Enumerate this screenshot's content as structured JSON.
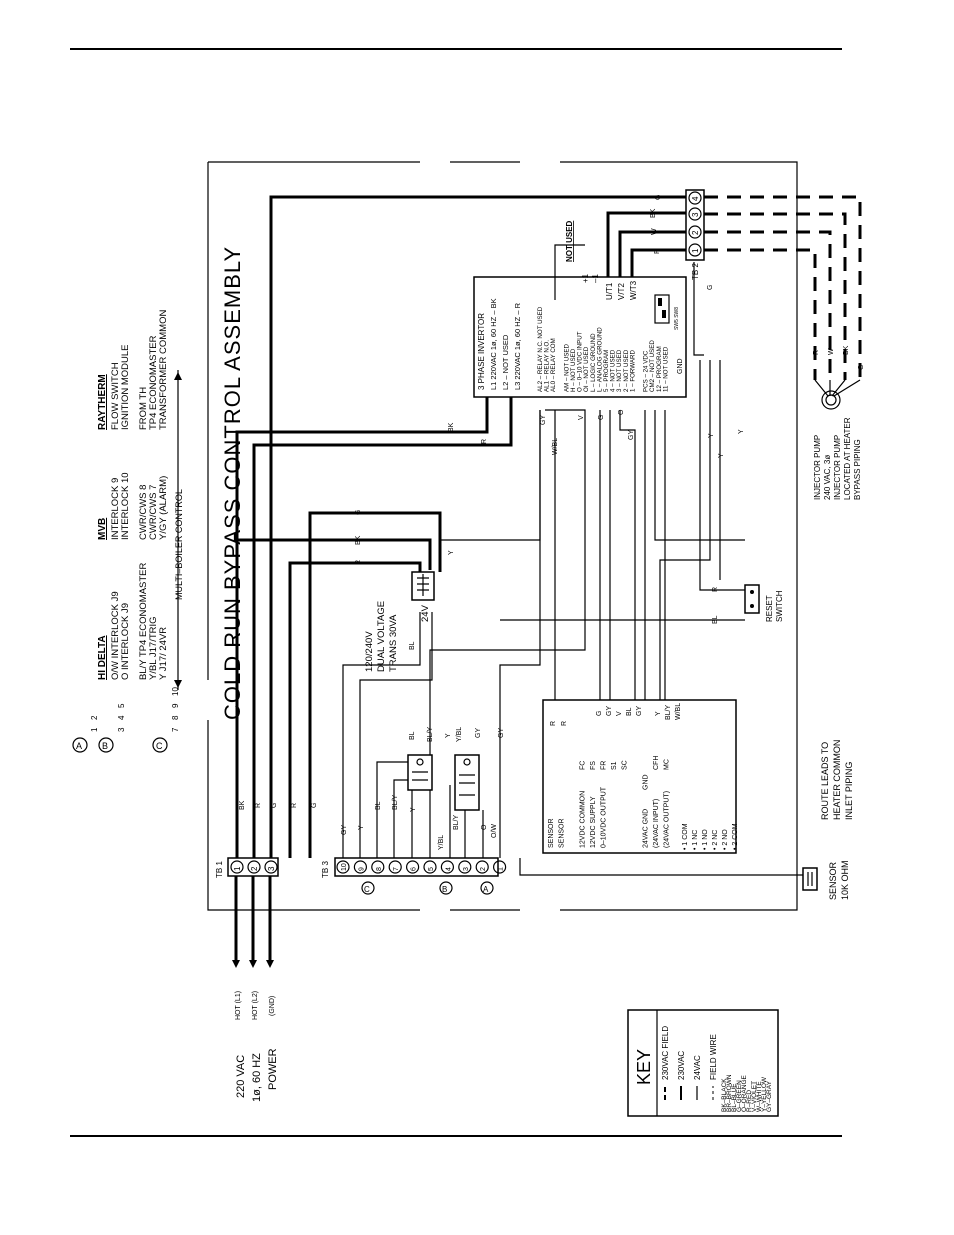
{
  "title": "COLD RUN BYPASS CONTROL ASSEMBLY",
  "power": {
    "voltage": "220 VAC",
    "phase": "1ø, 60 HZ",
    "label": "POWER",
    "hot1": "HOT (L1)",
    "hot2": "HOT (L2)",
    "gnd": "(GND)"
  },
  "tb1": {
    "name": "TB 1",
    "terminals": [
      "1",
      "2",
      "3"
    ]
  },
  "tb2": {
    "name": "TB 2",
    "terminals": [
      "1",
      "2",
      "3",
      "4"
    ]
  },
  "tb3": {
    "name": "TB 3",
    "terminals": [
      "10",
      "9",
      "8",
      "7",
      "6",
      "5",
      "4",
      "3",
      "2",
      "1"
    ]
  },
  "inverter": {
    "name": "3 PHASE INVERTOR",
    "l1": "L1 220VAC 1ø, 60 HZ – BK",
    "l2": "L2 – NOT USED",
    "l3": "L3 220VAC 1ø, 60 HZ – R",
    "outputs": [
      "U/T1",
      "V/T2",
      "W/T3"
    ],
    "plus1": "+1",
    "minus1": "–1",
    "gnd": "GND",
    "not_used": "NOT USED",
    "terms": [
      "AL2 – RELAY N.C. NOT USED",
      "AL1 – RELAY N.O.",
      "AL0 – RELAY COM",
      "",
      "AM – NOT USED",
      "H – NOT USED",
      "O – 0–10 VDC INPUT",
      "OI – NOT USED",
      "L – LOGIC GROUND",
      "L – ANALOG GROUND",
      "5 – PROGRAM",
      "4 – NOT USED",
      "3 – NOT USED",
      "2 – NOT USED",
      "1 – FORWARD",
      "",
      "PCS – 24 VDC",
      "CM2 – NOT USED",
      "12 – PROGRAM",
      "11 – NOT USED"
    ],
    "sw": "SW5 SW8"
  },
  "transformer": {
    "l1": "120/240V",
    "l2": "DUAL VOLTAGE",
    "l3": "TRANS 30VA",
    "sec": "24V"
  },
  "reset": {
    "l1": "RESET",
    "l2": "SWITCH"
  },
  "controller": {
    "left": [
      "SENSOR",
      "SENSOR",
      "",
      "12VDC COMMON",
      "12VDC SUPPLY",
      "0–10VDC OUTPUT",
      "",
      "",
      "",
      "24VAC GND",
      "(24VAC INPUT)",
      "(24VAC OUTPUT)"
    ],
    "mid": [
      "",
      "",
      "",
      "FC",
      "FS",
      "FR",
      "S1",
      "SC",
      "",
      "",
      "CFH",
      "MC"
    ],
    "mid2": [
      "",
      "",
      "",
      "",
      "",
      "",
      "",
      "",
      "",
      "GND",
      "",
      ""
    ],
    "right": [
      "• 1 COM",
      "• 1 NC",
      "• 1 NO",
      "• 2 NC",
      "• 2 NO",
      "• 2 COM"
    ]
  },
  "sensor": {
    "l1": "SENSOR",
    "l2": "10K OHM"
  },
  "route": {
    "l1": "ROUTE LEADS TO",
    "l2": "HEATER COMMON",
    "l3": "INLET PIPING"
  },
  "pump": {
    "l1": "INJECTOR PUMP",
    "l2": "240 VAC, 3ø",
    "l3": "INJECTOR PUMP",
    "l4": "LOCATED AT HEATER",
    "l5": "BYPASS PIPING"
  },
  "multi": {
    "label": "MULTI–BOILER CONTROL",
    "headers": [
      "HI DELTA",
      "MVB",
      "RAYTHERM"
    ],
    "a_nums": [
      "1",
      "2"
    ],
    "b_nums": [
      "3",
      "4",
      "5"
    ],
    "c_nums": [
      "7",
      "8",
      "9",
      "10"
    ],
    "circles": [
      "A",
      "B",
      "C"
    ],
    "col1": [
      "O/W INTERLOCK J9",
      "O    INTERLOCK J9",
      "",
      "BL/Y  TP4 ECONOMASTER",
      "Y/BL  J17/TRIG",
      "Y     J17/ 24VR"
    ],
    "col2": [
      "INTERLOCK 9",
      "INTERLOCK 10",
      "",
      "CWR/CWS 8",
      "CWR/CWS 7",
      "Y/GY (ALARM)"
    ],
    "col3": [
      "FLOW SWITCH",
      "IGNITION MODULE",
      "",
      "FROM TH",
      "TP4 ECONOMASTER",
      "TRANSFORMER COMMON"
    ]
  },
  "key": {
    "title": "KEY",
    "lines": [
      "230VAC FIELD",
      "230VAC",
      "24VAC",
      "FIELD WIRE"
    ],
    "colors": [
      "BK–BLACK",
      "BR–BROWN",
      "BL–BLUE",
      "G–GREEN",
      "O–ORANGE",
      "R–RED",
      "V–VIOLET",
      "W–WHITE",
      "Y–YELLOW",
      "GY–GRAY"
    ]
  },
  "wire_labels": {
    "bk": "BK",
    "r": "R",
    "g": "G",
    "y": "Y",
    "gy": "GY",
    "bl": "BL",
    "bly": "BL/Y",
    "ybl": "Y/BL",
    "wbl": "W/BL",
    "v": "V",
    "o": "O",
    "w": "W",
    "ow": "O/W"
  }
}
